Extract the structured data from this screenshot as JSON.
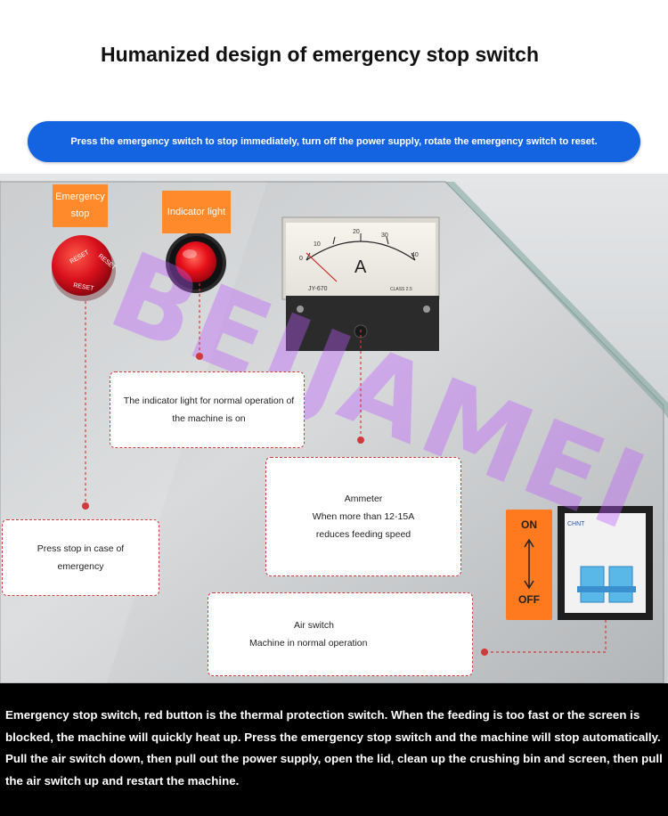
{
  "title": "Humanized design of emergency stop switch",
  "banner": "Press the emergency switch to stop immediately, turn off the power supply, rotate the emergency switch to reset.",
  "tags": {
    "emergency_stop": "Emergency stop",
    "indicator_light": "Indicator light"
  },
  "button": {
    "reset": "RESET"
  },
  "ammeter": {
    "unit": "A",
    "scale": [
      "0",
      "10",
      "20",
      "30",
      "40"
    ],
    "model": "JY-670",
    "class": "CLASS  2.5"
  },
  "callouts": {
    "indicator": "The indicator light for normal operation of the machine is on",
    "ammeter_title": "Ammeter",
    "ammeter_desc": "When more than 12-15A reduces feeding speed",
    "estop": "Press stop in case of emergency",
    "air_title": "Air switch",
    "air_desc": "Machine in normal operation"
  },
  "switch": {
    "on": "ON",
    "off": "OFF",
    "brand": "CHNT"
  },
  "watermark": "BEIJAMEI",
  "colors": {
    "banner": "#1463e0",
    "tag": "#ff8a2c",
    "callout_border": "#d03a3a",
    "button_red": "#d8101c"
  },
  "bottom_text": "Emergency stop switch, red button is the thermal protection switch. When the feeding is too fast or the screen is blocked, the machine will quickly heat up. Press the emergency stop switch and the machine will stop automatically. Pull the air switch down, then pull out the power supply, open the lid, clean up the crushing bin and screen, then pull the air switch up and restart the machine."
}
